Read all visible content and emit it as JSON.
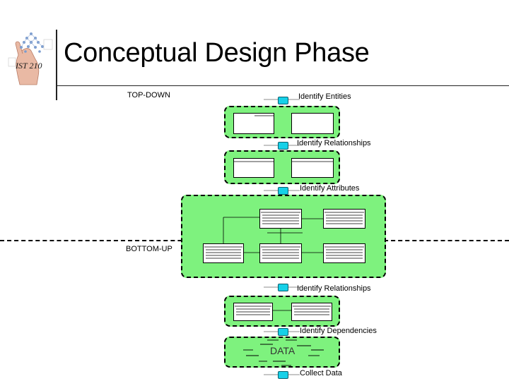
{
  "header": {
    "logo_text": "IST 210",
    "title": "Conceptual Design Phase"
  },
  "labels": {
    "top_down": "TOP-DOWN",
    "bottom_up": "BOTTOM-UP"
  },
  "steps": [
    "Identify Entities",
    "Identify Relationships",
    "Identify Attributes",
    "Identify Relationships",
    "Identify Dependencies",
    "Collect Data"
  ],
  "data_label": "DATA",
  "colors": {
    "panel": "#7ef27e",
    "connector": "#16d0e8"
  }
}
